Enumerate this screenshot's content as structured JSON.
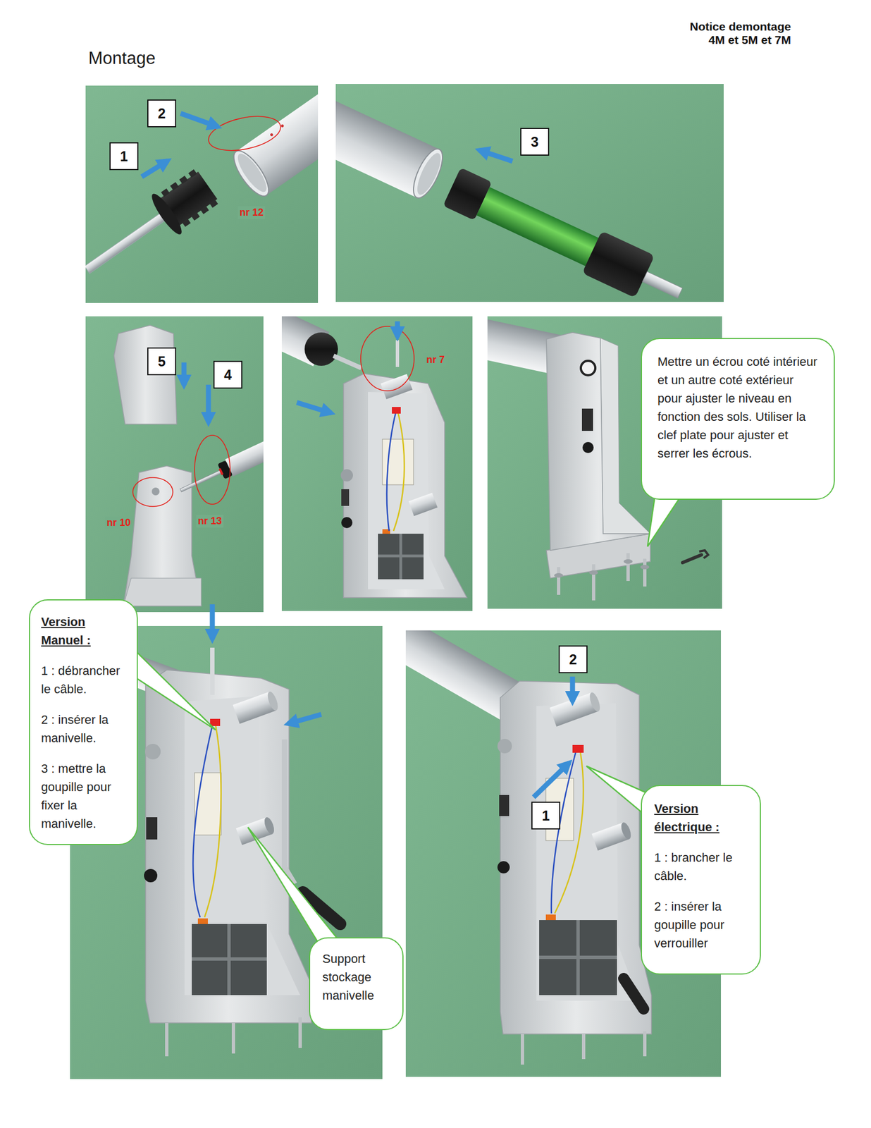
{
  "diagram": {
    "title": "Montage",
    "nodes": [
      {
        "text": [
          "2"
        ]
      },
      {
        "text": [
          "1"
        ]
      },
      {
        "text": [
          "3"
        ]
      },
      {
        "text": [
          "5"
        ]
      },
      {
        "text": [
          "4"
        ]
      },
      {
        "text": [
          "Mettre un écrou coté intérieur et un autre coté extérieur pour ajuster le niveau en fonction des sols. Utiliser la clef plate pour ajuster et serrer les écrous."
        ]
      },
      {
        "text": [
          "Version Manuel :",
          "1 : débrancher le câble.",
          "2 : insérer la manivelle.",
          "3 : mettre la goupille pour fixer la manivelle."
        ]
      },
      {
        "text": [
          "2"
        ]
      },
      {
        "text": [
          "1"
        ]
      },
      {
        "text": [
          "Support stockage manivelle"
        ]
      },
      {
        "text": [
          "Version électrique :",
          "1 : brancher le câble.",
          "2 : insérer la goupille pour verrouiller"
        ]
      }
    ],
    "labels": [
      "Notice demontage 4M et 5M et 7M",
      "nr 12",
      "nr 7",
      "nr 10",
      "nr 13"
    ]
  }
}
